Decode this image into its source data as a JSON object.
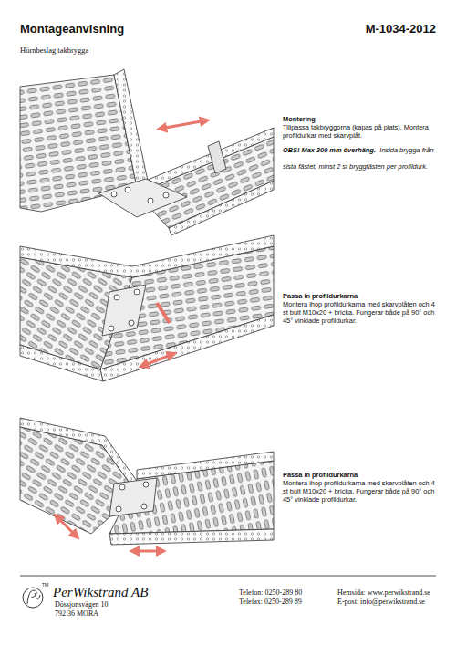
{
  "diagram": {
    "title": "Montageanvisning",
    "labels": [
      "M-1034-2012",
      "Hörnbeslag takbrygga",
      "Montering",
      "Tillpassa takbryggorna (kapas på plats). Montera profildurkar med skarvplåt.",
      "OBS! Max 300 mm överhäng.",
      "Insida brygga från sista fästet, minst 2 st bryggfästen per profildurk.",
      "Passa in profildurkarna",
      "Montera ihop profildurkarna med skarvplåten och 4 st bult M10x20 + bricka. Fungerar både på 90° och 45° vinklade profildurkar.",
      "Passa in profildurkarna",
      "Montera ihop profildurkarna med skarvplåten och 4 st bult M10x20 + bricka. Fungerar både på 90° och 45° vinklade profildurkar.",
      "TM",
      "PerWikstrand AB",
      "Dössjonsvägen 10",
      "792 36 MORA",
      "Telefon: 0250-289 80",
      "Telefax: 0250-289 89",
      "Hemsida: www.perwikstrand.se",
      "E-post: info@perwikstrand.se"
    ]
  }
}
